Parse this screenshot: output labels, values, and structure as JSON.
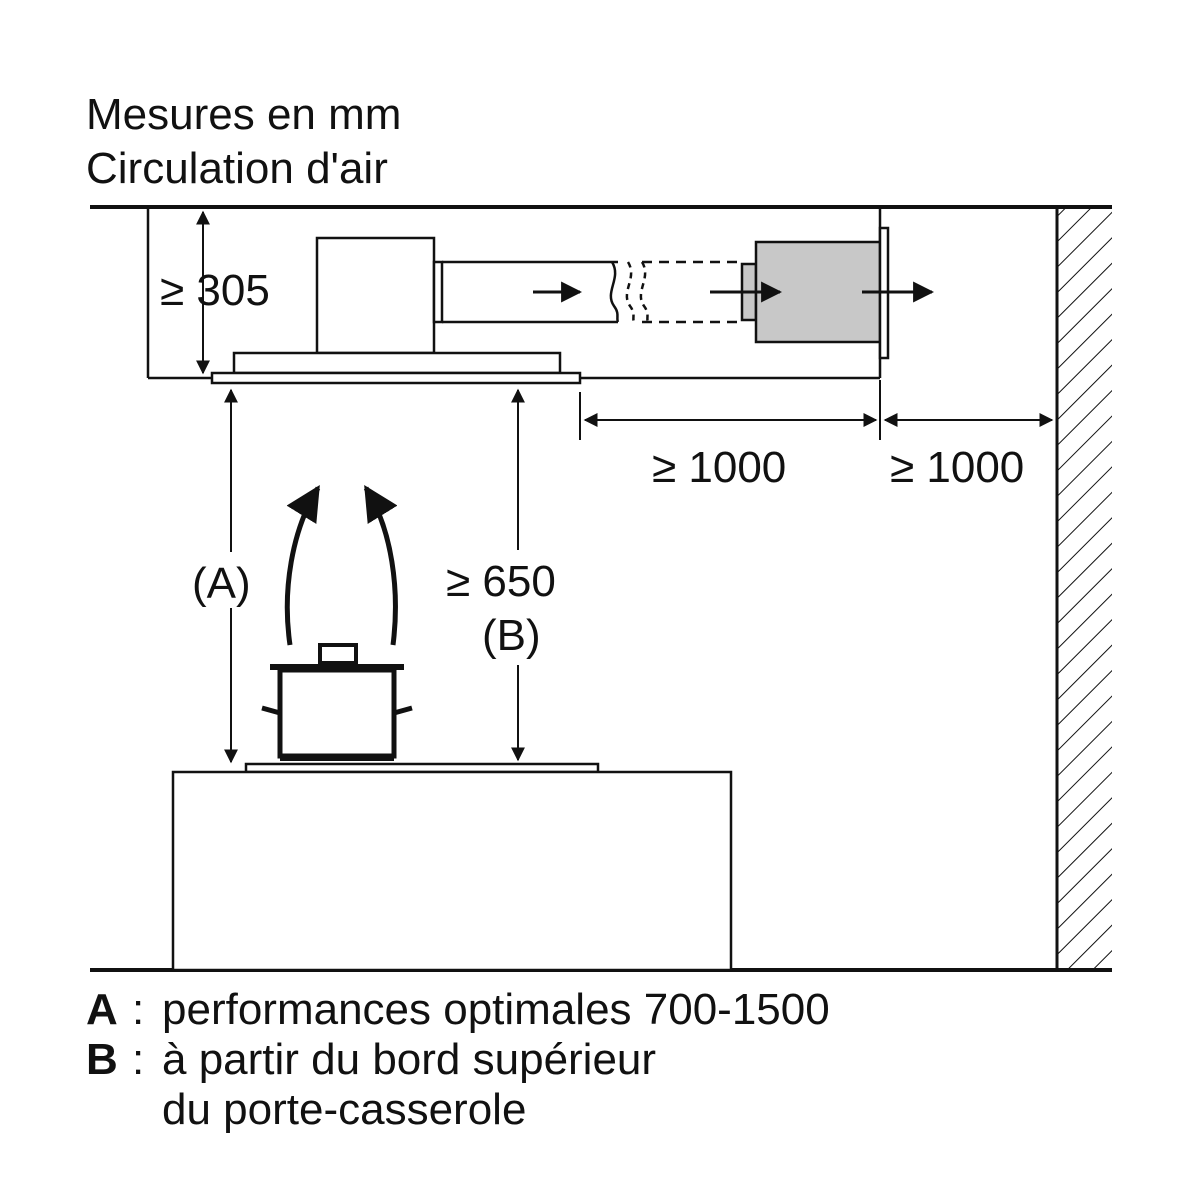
{
  "header": {
    "line1": "Mesures en mm",
    "line2": "Circulation d'air"
  },
  "dimensions": {
    "ceiling_gap": "≥ 305",
    "distance_a": "(A)",
    "distance_b_value": "≥ 650",
    "distance_b_label": "(B)",
    "horizontal_1": "≥ 1000",
    "horizontal_2": "≥ 1000"
  },
  "legend": {
    "a_key": "A",
    "a_text": "performances optimales 700-1500",
    "b_key": "B",
    "b_text_line1": "à partir du bord supérieur",
    "b_text_line2": "du porte-casserole",
    "separator": ":"
  },
  "colors": {
    "line": "#111111",
    "filter_fill": "#c8c8c8"
  }
}
